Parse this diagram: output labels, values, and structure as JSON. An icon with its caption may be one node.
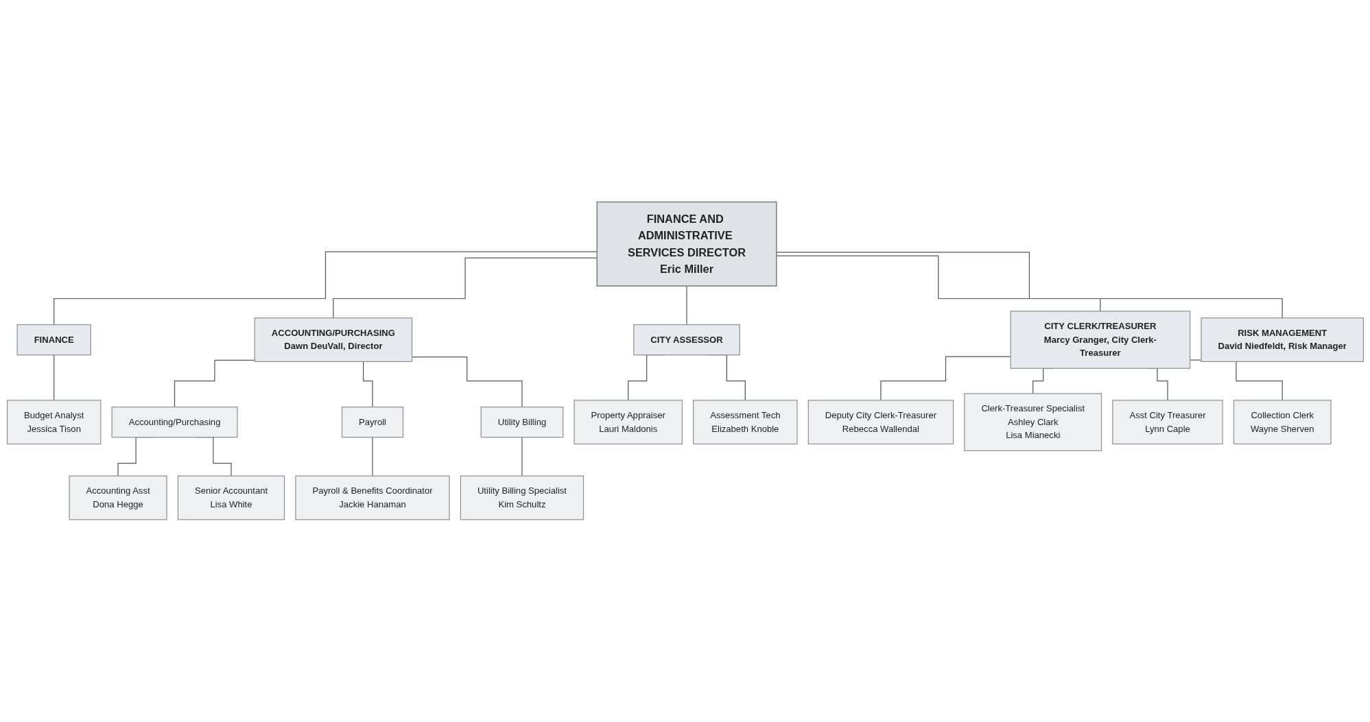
{
  "diagram": {
    "nodes": [
      {
        "text": [
          "FINANCE AND ADMINISTRATIVE SERVICES DIRECTOR",
          "Eric Miller"
        ]
      },
      {
        "text": [
          "FINANCE"
        ]
      },
      {
        "text": [
          "Budget Analyst",
          "Jessica Tison"
        ]
      },
      {
        "text": [
          "ACCOUNTING/PURCHASING",
          "Dawn DeuVall, Director"
        ]
      },
      {
        "text": [
          "Accounting/Purchasing"
        ]
      },
      {
        "text": [
          "Accounting Asst",
          "Dona Hegge"
        ]
      },
      {
        "text": [
          "Senior Accountant",
          "Lisa White"
        ]
      },
      {
        "text": [
          "Payroll"
        ]
      },
      {
        "text": [
          "Payroll & Benefits Coordinator",
          "Jackie Hanaman"
        ]
      },
      {
        "text": [
          "Utility Billing"
        ]
      },
      {
        "text": [
          "Utility Billing Specialist",
          "Kim Schultz"
        ]
      },
      {
        "text": [
          "CITY ASSESSOR"
        ]
      },
      {
        "text": [
          "Property Appraiser",
          "Lauri Maldonis"
        ]
      },
      {
        "text": [
          "Assessment Tech",
          "Elizabeth Knoble"
        ]
      },
      {
        "text": [
          "CITY CLERK/TREASURER",
          "Marcy Granger, City Clerk-Treasurer"
        ]
      },
      {
        "text": [
          "Deputy City Clerk-Treasurer",
          "Rebecca Wallendal"
        ]
      },
      {
        "text": [
          "Clerk-Treasurer Specialist",
          "Ashley Clark",
          "Lisa Mianecki"
        ]
      },
      {
        "text": [
          "Asst City Treasurer",
          "Lynn Caple"
        ]
      },
      {
        "text": [
          "Collection Clerk",
          "Wayne Sherven"
        ]
      },
      {
        "text": [
          "RISK MANAGEMENT",
          "David Niedfeldt, Risk Manager"
        ]
      }
    ],
    "edges": [
      {
        "from": 0,
        "to": 1,
        "arrow": "none"
      },
      {
        "from": 0,
        "to": 3,
        "arrow": "none"
      },
      {
        "from": 0,
        "to": 11,
        "arrow": "none"
      },
      {
        "from": 0,
        "to": 14,
        "arrow": "none"
      },
      {
        "from": 0,
        "to": 19,
        "arrow": "none"
      },
      {
        "from": 1,
        "to": 2,
        "arrow": "none"
      },
      {
        "from": 3,
        "to": 4,
        "arrow": "none"
      },
      {
        "from": 4,
        "to": 5,
        "arrow": "none"
      },
      {
        "from": 4,
        "to": 6,
        "arrow": "none"
      },
      {
        "from": 3,
        "to": 7,
        "arrow": "none"
      },
      {
        "from": 7,
        "to": 8,
        "arrow": "none"
      },
      {
        "from": 3,
        "to": 9,
        "arrow": "none"
      },
      {
        "from": 9,
        "to": 10,
        "arrow": "none"
      },
      {
        "from": 11,
        "to": 12,
        "arrow": "none"
      },
      {
        "from": 11,
        "to": 13,
        "arrow": "none"
      },
      {
        "from": 14,
        "to": 15,
        "arrow": "none"
      },
      {
        "from": 14,
        "to": 16,
        "arrow": "none"
      },
      {
        "from": 14,
        "to": 17,
        "arrow": "none"
      },
      {
        "from": 14,
        "to": 18,
        "arrow": "none"
      }
    ]
  }
}
